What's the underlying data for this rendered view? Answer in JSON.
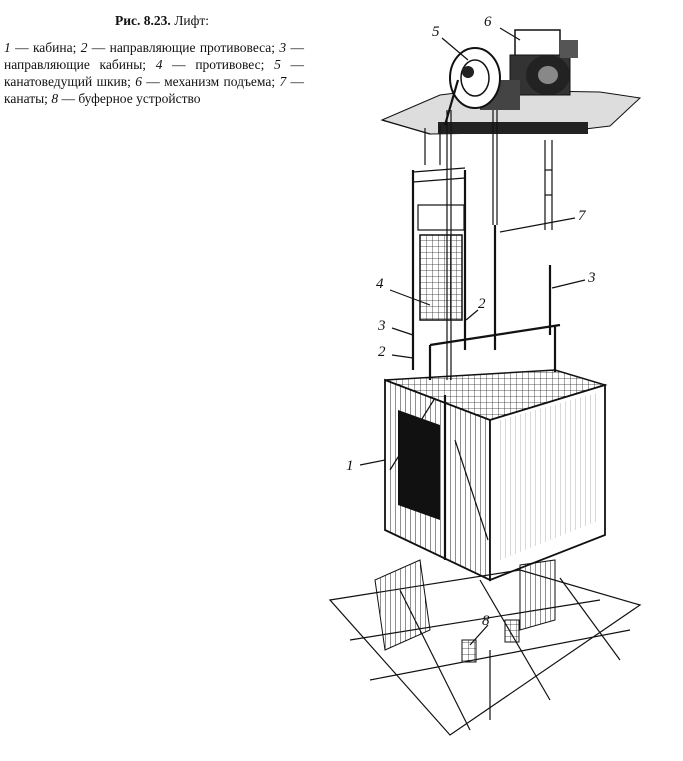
{
  "caption": {
    "fig_label": "Рис. 8.23.",
    "fig_title": "Лифт:"
  },
  "legend": [
    {
      "num": "1",
      "sep": " — ",
      "text": "кабина;"
    },
    {
      "num": "2",
      "sep": " — ",
      "text": "направляющие противовеса;"
    },
    {
      "num": "3",
      "sep": " — ",
      "text": "направляющие кабины;"
    },
    {
      "num": "4",
      "sep": " — ",
      "text": "противовес;"
    },
    {
      "num": "5",
      "sep": " — ",
      "text": "канатоведущий шкив;"
    },
    {
      "num": "6",
      "sep": " — ",
      "text": "механизм подъема;"
    },
    {
      "num": "7",
      "sep": " — ",
      "text": "канаты;"
    },
    {
      "num": "8",
      "sep": " — ",
      "text": "буферное устройство"
    }
  ],
  "callouts": {
    "n1": "1",
    "n2a": "2",
    "n2b": "2",
    "n3a": "3",
    "n3b": "3",
    "n4": "4",
    "n5": "5",
    "n6": "6",
    "n7": "7",
    "n8": "8"
  }
}
